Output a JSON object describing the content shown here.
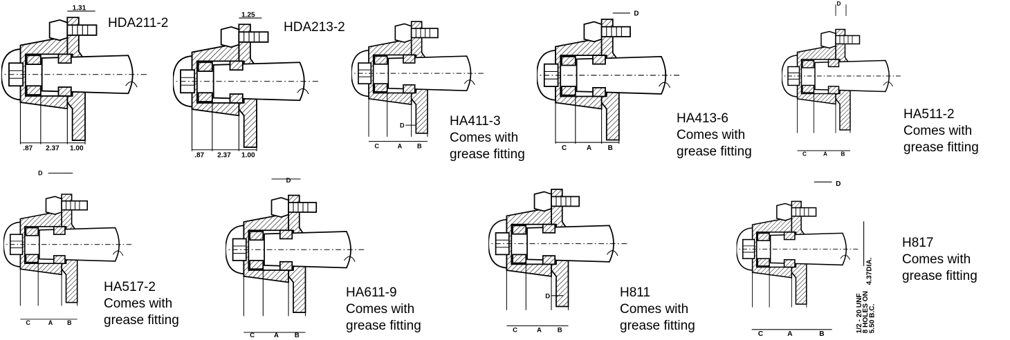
{
  "hubs": [
    {
      "model": "HDA211-2",
      "note1": "",
      "note2": "",
      "dims": {
        "top": "1.31",
        "left": ".87",
        "mid": "2.37",
        "right": "1.00"
      }
    },
    {
      "model": "HDA213-2",
      "note1": "",
      "note2": "",
      "dims": {
        "top": "1.25",
        "left": ".87",
        "mid": "2.37",
        "right": "1.00"
      }
    },
    {
      "model": "HA411-3",
      "note1": "Comes with",
      "note2": "grease fitting",
      "dims": {
        "d": "D",
        "c": "C",
        "a": "A",
        "b": "B"
      }
    },
    {
      "model": "HA413-6",
      "note1": "Comes with",
      "note2": "grease fitting",
      "dims": {
        "d": "D",
        "c": "C",
        "a": "A",
        "b": "B"
      }
    },
    {
      "model": "HA511-2",
      "note1": "Comes with",
      "note2": "grease fitting",
      "dims": {
        "d": "D",
        "c": "C",
        "a": "A",
        "b": "B"
      }
    },
    {
      "model": "HA517-2",
      "note1": "Comes with",
      "note2": "grease fitting",
      "dims": {
        "d": "D",
        "c": "C",
        "a": "A",
        "b": "B"
      }
    },
    {
      "model": "HA611-9",
      "note1": "Comes with",
      "note2": "grease fitting",
      "dims": {
        "d": "D",
        "c": "C",
        "a": "A",
        "b": "B"
      }
    },
    {
      "model": "H811",
      "note1": "Comes with",
      "note2": "grease fitting",
      "dims": {
        "d": "D",
        "c": "C",
        "a": "A",
        "b": "B"
      }
    },
    {
      "model": "H817",
      "note1": "Comes with",
      "note2": "grease fitting",
      "dims": {
        "d": "D",
        "c": "C",
        "a": "A",
        "b": "B",
        "dia": "4.37DIA.",
        "bolt1": "1/2 - 20 UNF",
        "bolt2": "8 HOLES ON",
        "bolt3": "5.50 B.C."
      }
    }
  ]
}
